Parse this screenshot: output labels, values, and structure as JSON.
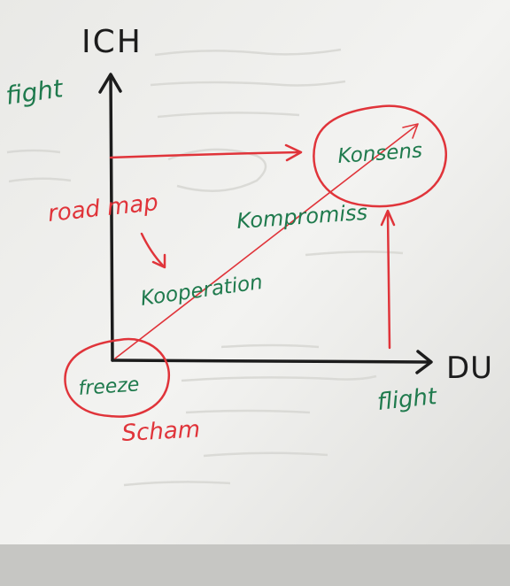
{
  "axes": {
    "y_label": "ICH",
    "x_label": "DU"
  },
  "labels": {
    "fight_top": "fight",
    "flight": "flight",
    "road_map": "road map",
    "kooperation": "Kooperation",
    "kompromiss": "Kompromiss",
    "konsens": "Konsens",
    "freeze": "freeze",
    "scham": "Scham"
  },
  "colors": {
    "ink_black": "#1c1c1c",
    "ink_red": "#e0343a",
    "ink_green": "#1f7a4d",
    "paper": "#f1f1ef"
  }
}
